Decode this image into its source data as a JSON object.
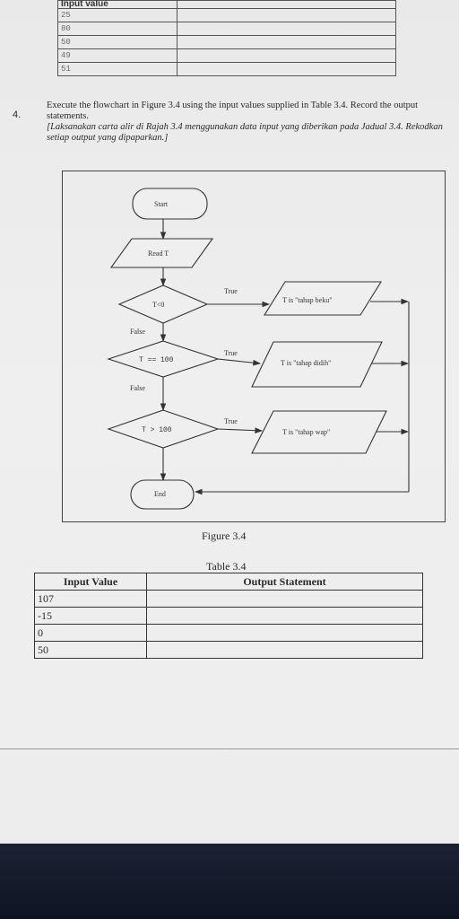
{
  "top_table": {
    "header": "Input value",
    "rows": [
      "25",
      "80",
      "50",
      "49",
      "51"
    ]
  },
  "question": {
    "number": "4.",
    "english": "Execute the flowchart in Figure 3.4 using the input values supplied in Table 3.4. Record the output statements.",
    "malay": "[Laksanakan carta alir di Rajah 3.4 menggunakan data input yang diberikan pada Jadual 3.4. Rekodkan setiap output yang dipaparkan.]"
  },
  "flowchart": {
    "start": "Start",
    "read": "Read T",
    "cond1": "T<0",
    "cond2": "T == 100",
    "cond3": "T > 100",
    "out1": "T is \"tahap beku\"",
    "out2": "T is \"tahap didih\"",
    "out3": "T is \"tahap wap\"",
    "true_label": "True",
    "false_label": "False",
    "end": "End"
  },
  "figure_caption": "Figure 3.4",
  "table_caption": "Table 3.4",
  "main_table": {
    "headers": [
      "Input Value",
      "Output Statement"
    ],
    "rows": [
      {
        "input": "107",
        "output": ""
      },
      {
        "input": "-15",
        "output": ""
      },
      {
        "input": "0",
        "output": ""
      },
      {
        "input": "50",
        "output": ""
      }
    ]
  }
}
